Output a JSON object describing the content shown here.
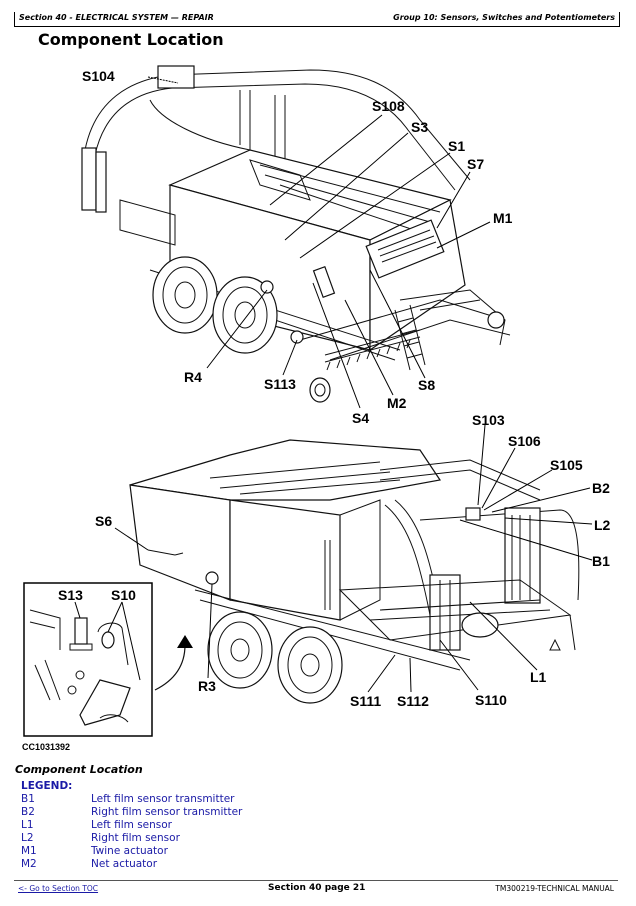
{
  "header": {
    "section": "Section 40 - ELECTRICAL SYSTEM — REPAIR",
    "group": "Group 10: Sensors, Switches and Potentiometers"
  },
  "page_title": "Component Location",
  "figure": {
    "callouts_top": [
      "S104",
      "S108",
      "S3",
      "S1",
      "S7",
      "M1",
      "R4",
      "S113",
      "S4",
      "M2",
      "S8"
    ],
    "callouts_bottom": [
      "S103",
      "S106",
      "S105",
      "B2",
      "L2",
      "B1",
      "S6",
      "R3",
      "L1",
      "S111",
      "S112",
      "S110"
    ],
    "inset_callouts": [
      "S13",
      "S10"
    ],
    "figure_id": "CC1031392"
  },
  "caption": "Component Location",
  "legend": {
    "title": "LEGEND:",
    "items": [
      {
        "code": "B1",
        "desc": "Left film sensor transmitter"
      },
      {
        "code": "B2",
        "desc": "Right film sensor transmitter"
      },
      {
        "code": "L1",
        "desc": "Left film sensor"
      },
      {
        "code": "L2",
        "desc": "Right film sensor"
      },
      {
        "code": "M1",
        "desc": "Twine actuator"
      },
      {
        "code": "M2",
        "desc": "Net actuator"
      }
    ]
  },
  "footer": {
    "toc_link": "<- Go to Section TOC",
    "page": "Section 40 page 21",
    "manual": "TM300219-TECHNICAL MANUAL"
  },
  "colors": {
    "legend_text": "#1a1aa6",
    "link": "#1a1aa6"
  }
}
